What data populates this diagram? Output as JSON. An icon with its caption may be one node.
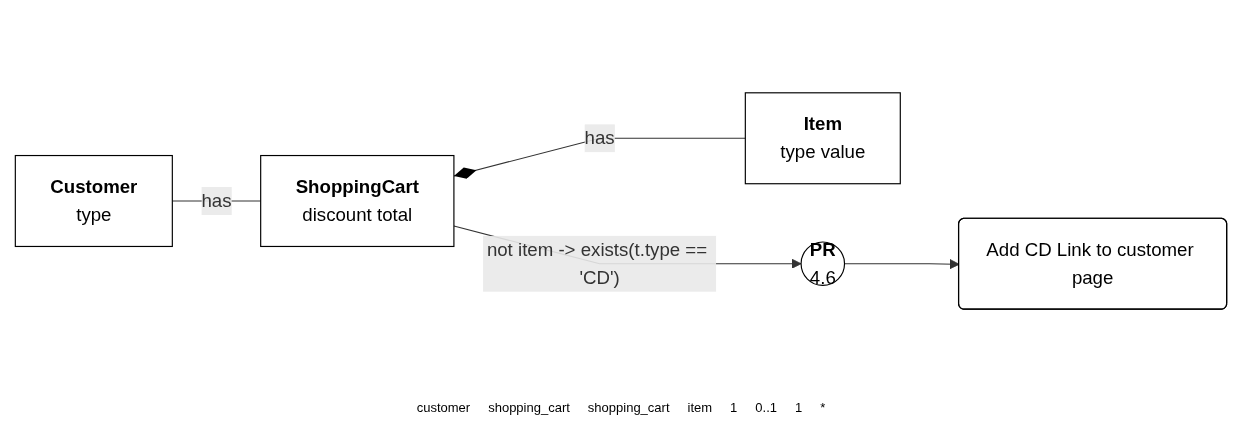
{
  "diagram": {
    "nodes": [
      {
        "text": [
          "Customer",
          "type"
        ]
      },
      {
        "text": [
          "ShoppingCart",
          "discount total"
        ]
      },
      {
        "text": [
          "Item",
          "type value"
        ]
      },
      {
        "text": [
          "PR",
          "4.6"
        ]
      },
      {
        "text": [
          "Add CD Link to customer page"
        ]
      }
    ],
    "edges": [
      {
        "from": 0,
        "to": 1,
        "arrow": "none",
        "label": "has"
      },
      {
        "from": 1,
        "to": 2,
        "arrow": "other",
        "label": "has"
      },
      {
        "from": 1,
        "to": 3,
        "arrow": "to",
        "label": "not item -> exists(t.type == 'CD')"
      },
      {
        "from": 3,
        "to": 4,
        "arrow": "to"
      }
    ],
    "labels": [
      "customer",
      "shopping_cart",
      "shopping_cart",
      "item",
      "1",
      "0..1",
      "1",
      "*"
    ]
  }
}
